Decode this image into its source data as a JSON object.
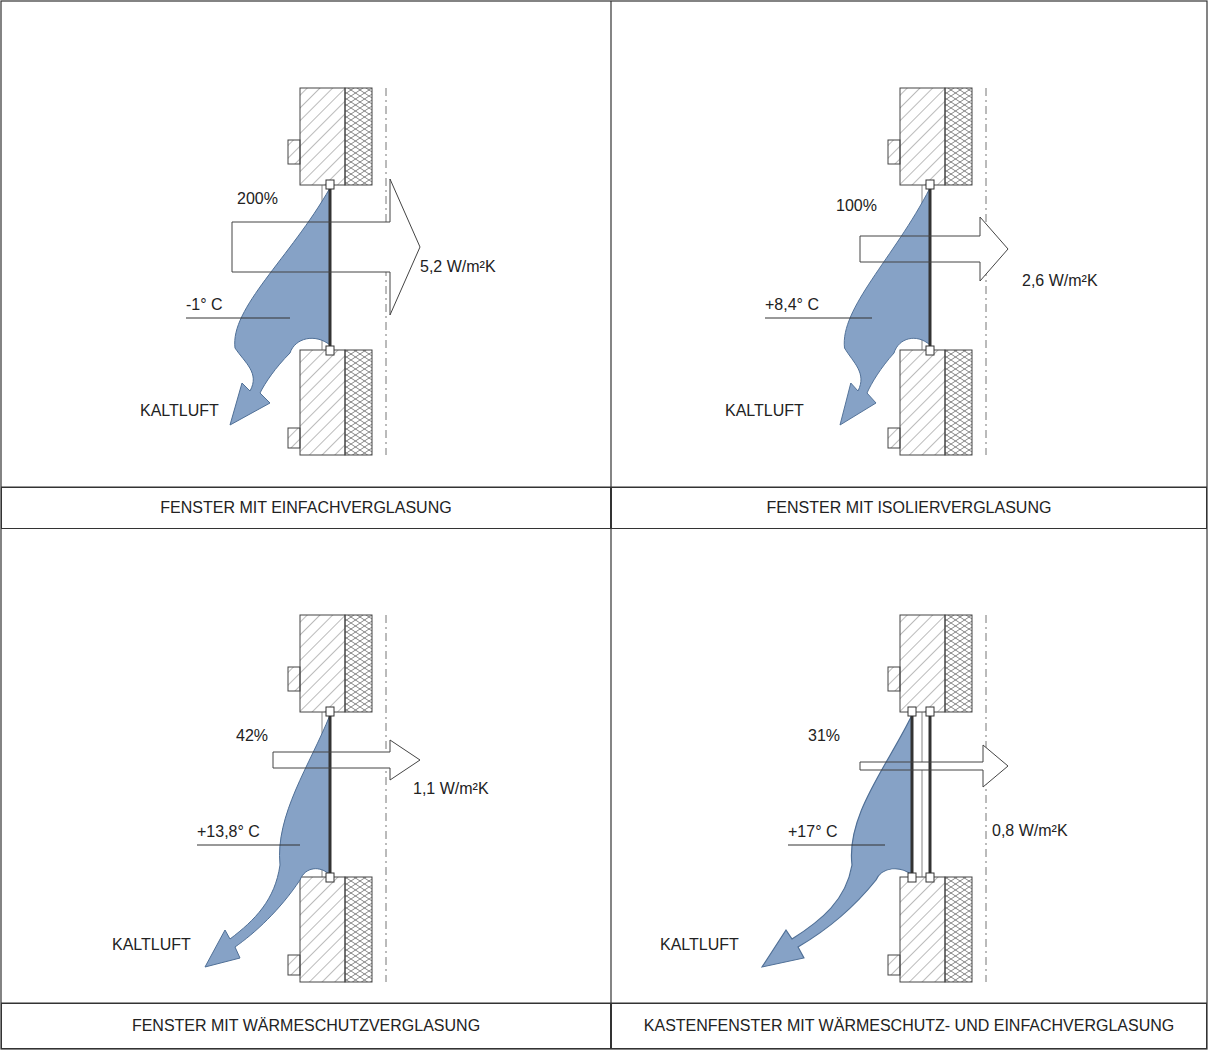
{
  "diagram": {
    "nodes": [
      {
        "text": [
          "FENSTER MIT EINFACHVERGLASUNG"
        ]
      },
      {
        "text": [
          "FENSTER MIT ISOLIERVERGLASUNG"
        ]
      },
      {
        "text": [
          "FENSTER MIT WÄRMESCHUTZVERGLASUNG"
        ]
      },
      {
        "text": [
          "KASTENFENSTER MIT WÄRMESCHUTZ- UND EINFACHVERGLASUNG"
        ]
      }
    ],
    "labels": [
      "200%",
      "5,2 W/m²K",
      "-1° C",
      "KALTLUFT",
      "100%",
      "2,6 W/m²K",
      "+8,4° C",
      "KALTLUFT",
      "42%",
      "1,1 W/m²K",
      "+13,8° C",
      "KALTLUFT",
      "31%",
      "0,8 W/m²K",
      "+17° C",
      "KALTLUFT"
    ]
  }
}
